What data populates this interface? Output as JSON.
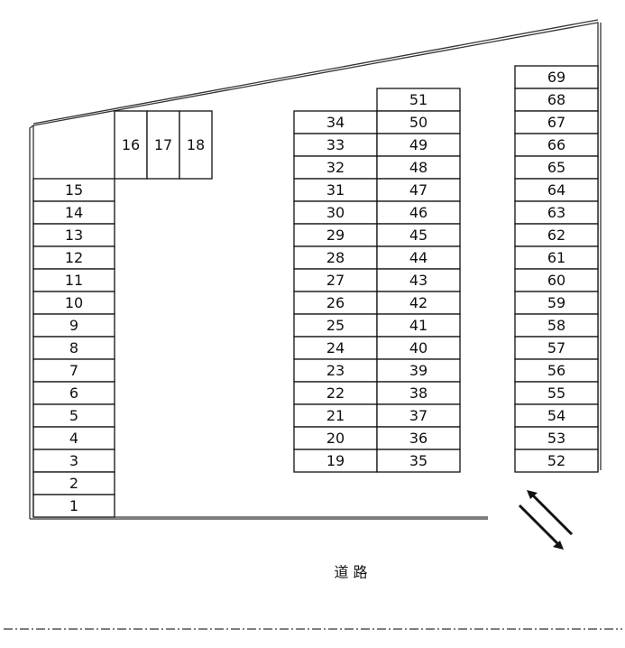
{
  "road_label": "道 路",
  "columns": {
    "left": [
      "15",
      "14",
      "13",
      "12",
      "11",
      "10",
      "9",
      "8",
      "7",
      "6",
      "5",
      "4",
      "3",
      "2",
      "1"
    ],
    "top": [
      "16",
      "17",
      "18"
    ],
    "mid_a": [
      "34",
      "33",
      "32",
      "31",
      "30",
      "29",
      "28",
      "27",
      "26",
      "25",
      "24",
      "23",
      "22",
      "21",
      "20",
      "19"
    ],
    "mid_b": [
      "51",
      "50",
      "49",
      "48",
      "47",
      "46",
      "45",
      "44",
      "43",
      "42",
      "41",
      "40",
      "39",
      "38",
      "37",
      "36",
      "35"
    ],
    "right": [
      "69",
      "68",
      "67",
      "66",
      "65",
      "64",
      "63",
      "62",
      "61",
      "60",
      "59",
      "58",
      "57",
      "56",
      "55",
      "54",
      "53",
      "52"
    ]
  },
  "icons": {
    "entry_exit": "two-way-arrow-icon"
  }
}
